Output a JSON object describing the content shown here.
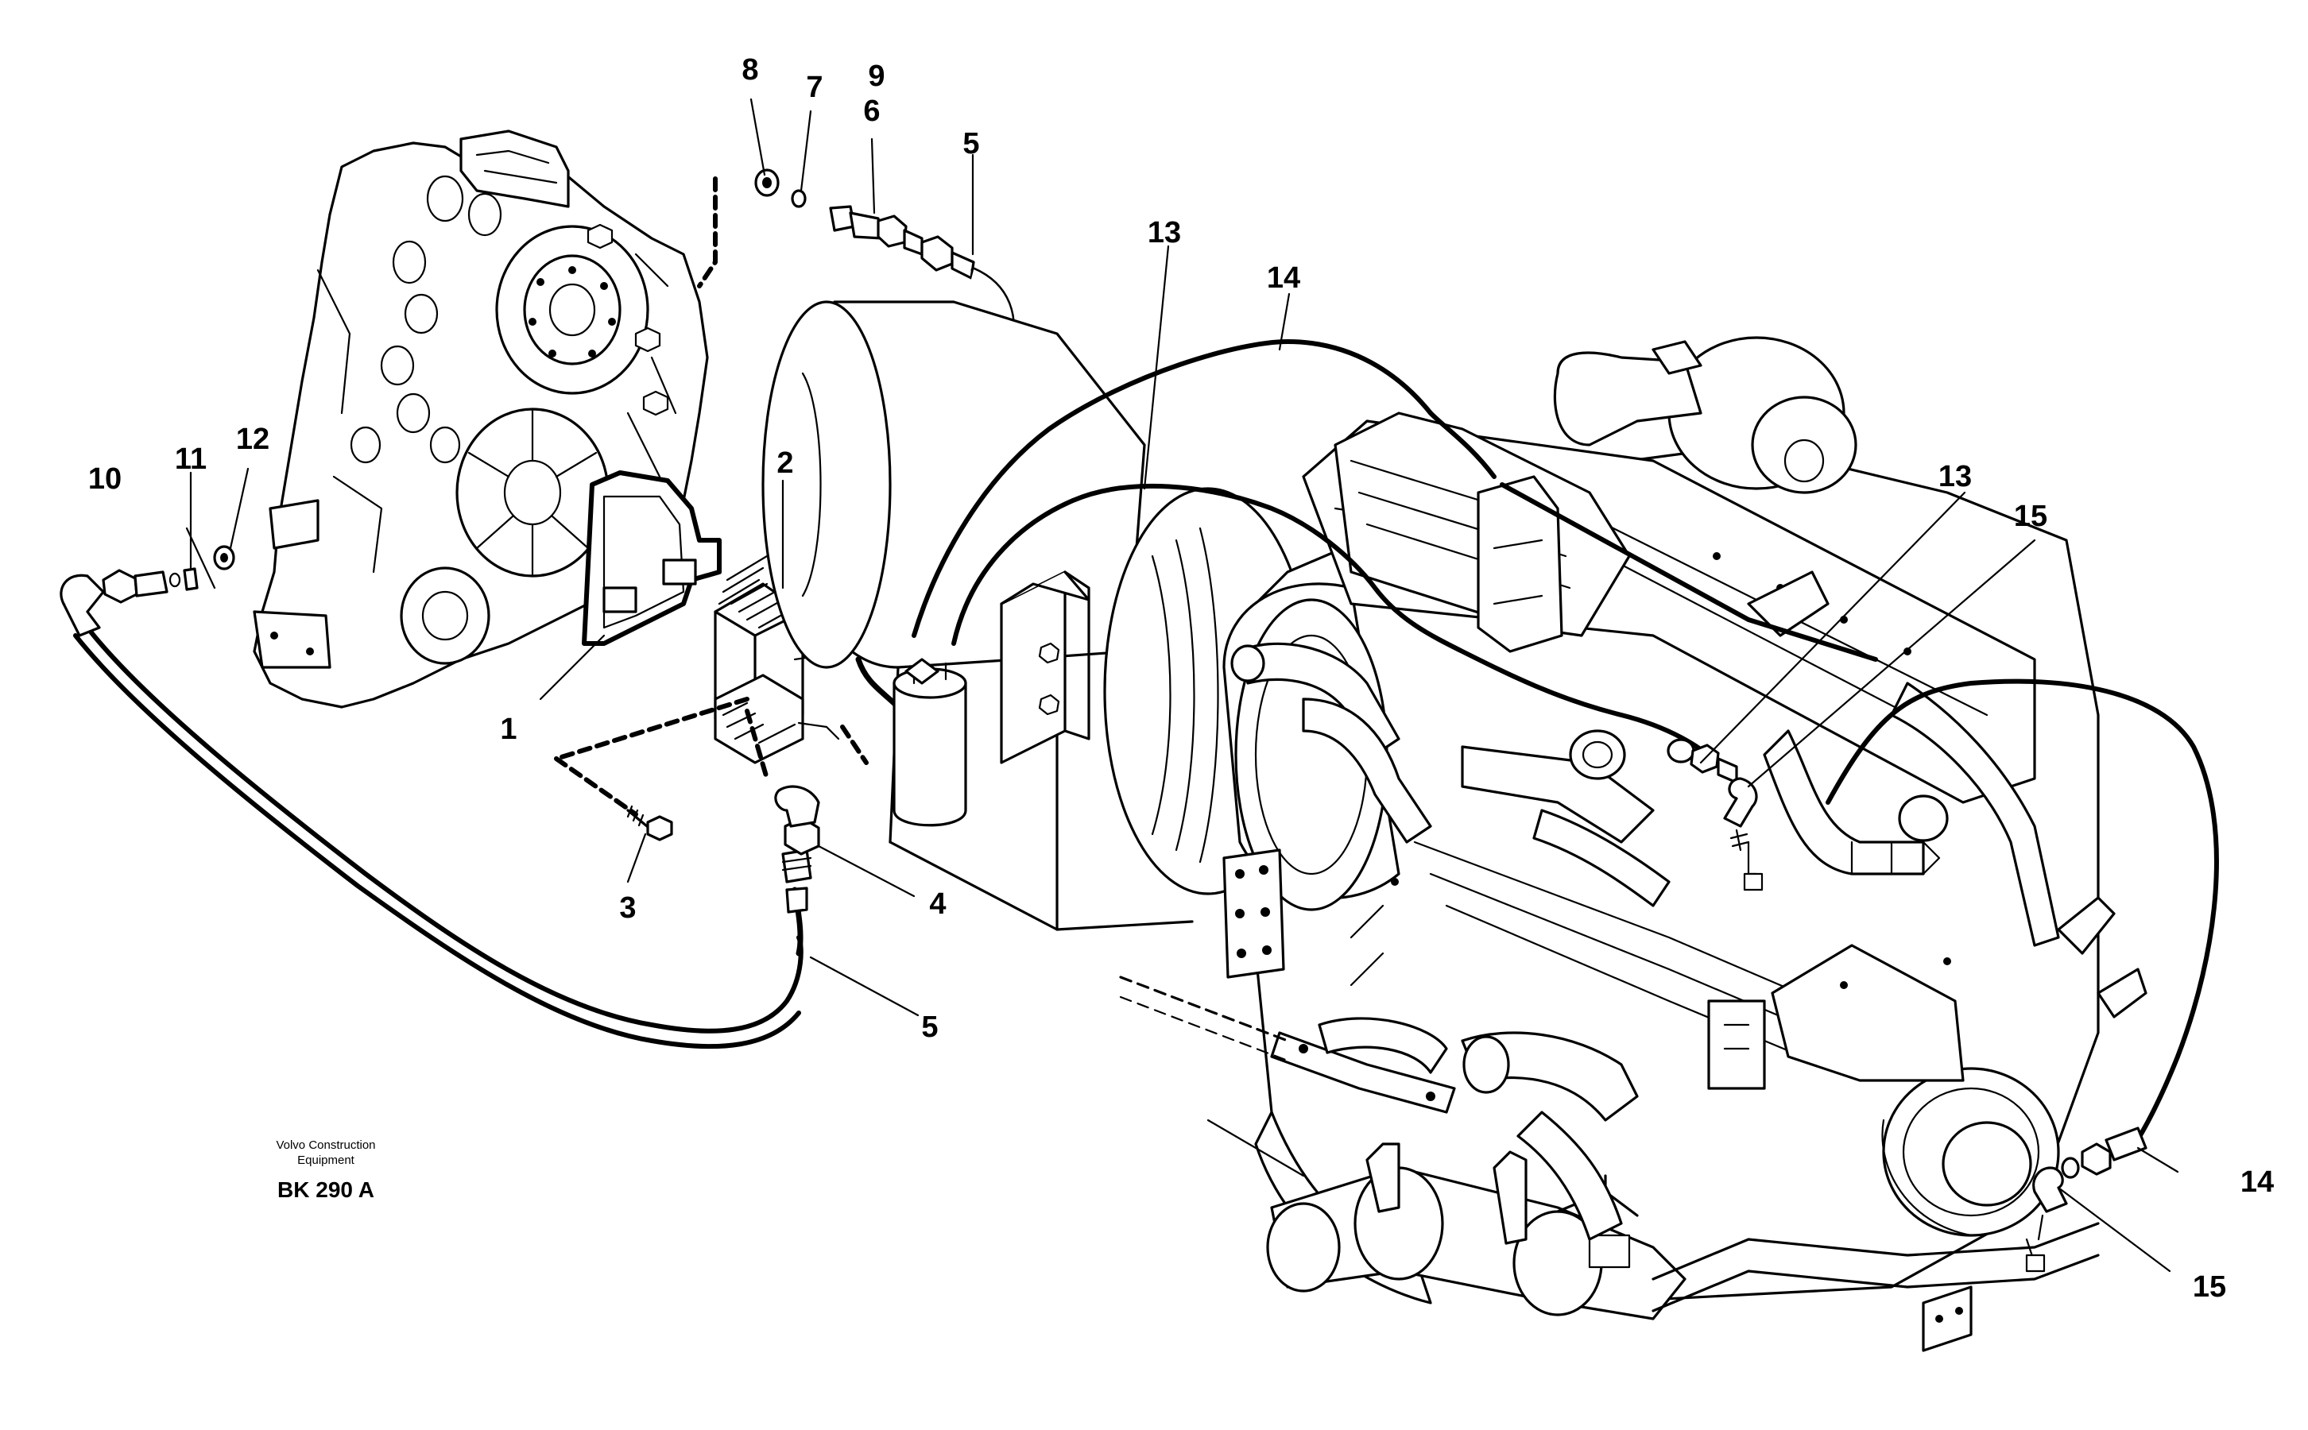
{
  "diagram": {
    "callouts": [
      {
        "id": "c1",
        "label": "1"
      },
      {
        "id": "c2",
        "label": "2"
      },
      {
        "id": "c3",
        "label": "3"
      },
      {
        "id": "c4",
        "label": "4"
      },
      {
        "id": "c5a",
        "label": "5"
      },
      {
        "id": "c5b",
        "label": "5"
      },
      {
        "id": "c6",
        "label": "6"
      },
      {
        "id": "c7",
        "label": "7"
      },
      {
        "id": "c8",
        "label": "8"
      },
      {
        "id": "c9",
        "label": "9"
      },
      {
        "id": "c10",
        "label": "10"
      },
      {
        "id": "c11",
        "label": "11"
      },
      {
        "id": "c12",
        "label": "12"
      },
      {
        "id": "c13a",
        "label": "13"
      },
      {
        "id": "c13b",
        "label": "13"
      },
      {
        "id": "c14a",
        "label": "14"
      },
      {
        "id": "c14b",
        "label": "14"
      },
      {
        "id": "c15a",
        "label": "15"
      },
      {
        "id": "c15b",
        "label": "15"
      }
    ],
    "caption": {
      "company_line1": "Volvo Construction",
      "company_line2": "Equipment",
      "code": "BK 290 A"
    }
  }
}
